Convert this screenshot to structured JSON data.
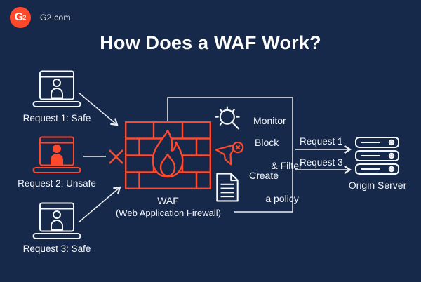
{
  "header": {
    "logo_main": "G",
    "logo_sup": "2",
    "site_label": "G2.com"
  },
  "title": "How Does a WAF Work?",
  "requests": [
    {
      "label": "Request 1: Safe",
      "status": "safe"
    },
    {
      "label": "Request 2: Unsafe",
      "status": "unsafe"
    },
    {
      "label": "Request 3: Safe",
      "status": "safe"
    }
  ],
  "waf": {
    "abbr": "WAF",
    "full": "(Web Application Firewall)"
  },
  "capabilities": [
    {
      "icon": "monitor-magnifier-icon",
      "line1": "Monitor",
      "line2": ""
    },
    {
      "icon": "block-filter-funnel-icon",
      "line1": "Block",
      "line2": "& Filter"
    },
    {
      "icon": "policy-document-icon",
      "line1": "Create",
      "line2": "a policy"
    }
  ],
  "forwarded_requests": [
    {
      "label": "Request 1"
    },
    {
      "label": "Request 3"
    }
  ],
  "origin_server": {
    "label": "Origin Server"
  },
  "colors": {
    "background": "#17294A",
    "accent_red": "#FF492C",
    "line_white": "#EDF1F6",
    "text_white": "#F4F7FB"
  }
}
